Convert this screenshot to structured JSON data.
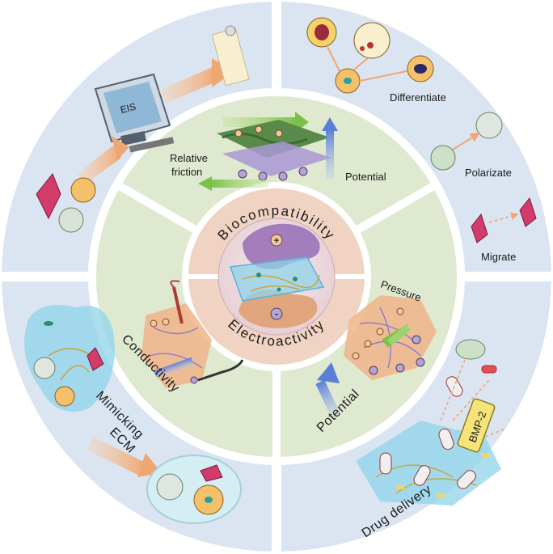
{
  "diagram": {
    "center": {
      "top_label": "Biocompatibility",
      "bottom_label": "Electroactivity",
      "plus_symbol": "+",
      "minus_symbol": "-"
    },
    "inner_ring": {
      "relative_friction_line1": "Relative",
      "relative_friction_line2": "friction",
      "potential_top": "Potential",
      "pressure": "Pressure",
      "potential_bottom": "Potential",
      "conductivity": "Conductivity"
    },
    "outer_ring": {
      "eis": "EIS",
      "differentiate": "Differentiate",
      "polarizate": "Polarizate",
      "migrate": "Migrate",
      "mimicking": "Mimicking",
      "ecm": "ECM",
      "drug_delivery": "Drug delivery",
      "bmp2": "BMP-2"
    },
    "colors": {
      "outer_ring": "#dbe5f2",
      "inner_ring": "#dfe9cf",
      "center_disc": "#f1d3c3",
      "hydrogel": "#8fd3ea",
      "purple_lobe": "#9b72b8",
      "orange_lobe": "#e0a072"
    }
  }
}
